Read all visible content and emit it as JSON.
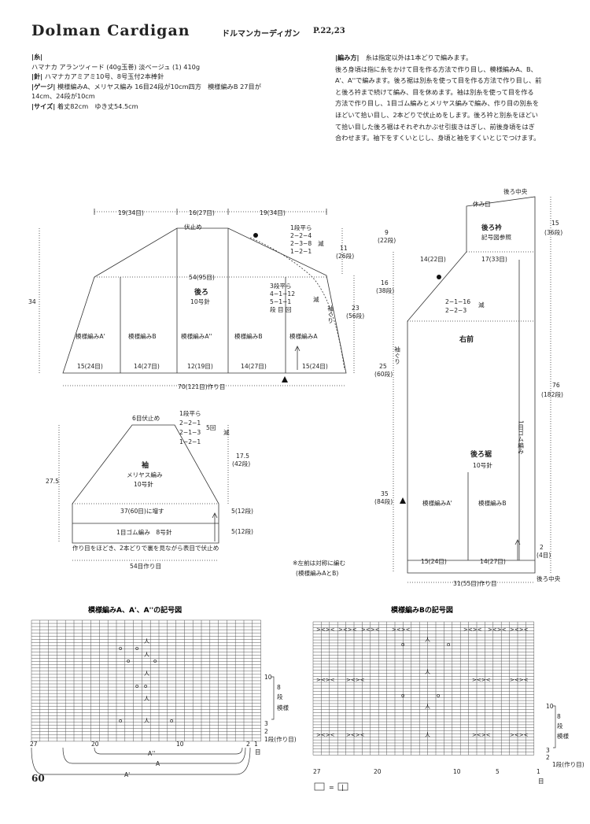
{
  "header": {
    "title": "Dolman Cardigan",
    "title_jp": "ドルマンカーディガン",
    "page_ref": "P.22,23"
  },
  "materials": [
    {
      "label": "|糸|",
      "text": ""
    },
    {
      "label": "",
      "text": "ハマナカ アランツィード (40g玉巻) 淡ベージュ (1) 410g"
    },
    {
      "label": "|針|",
      "text": "ハマナカアミアミ10号、8号玉付2本棒針"
    },
    {
      "label": "|ゲージ|",
      "text": "模様編みA、メリヤス編み 16目24段が10cm四方　模様編みB 27目が"
    },
    {
      "label": "",
      "text": "14cm、24段が10cm"
    },
    {
      "label": "|サイズ|",
      "text": "着丈82cm　ゆき丈54.5cm"
    }
  ],
  "method": {
    "heading": "|編み方|",
    "intro": "糸は指定以外は1本どりで編みます。",
    "lines": [
      "後ろ身頃は指に糸をかけて目を作る方法で作り目し、模様編みA、B、",
      "A'、A''で編みます。後ろ裾は別糸を使って目を作る方法で作り目し、前",
      "と後ろ衿まで続けて編み、目を休めます。袖は別糸を使って目を作る",
      "方法で作り目し、1目ゴム編みとメリヤス編みで編み、作り目の別糸を",
      "ほどいて拾い目し、2本どりで伏止めをします。後ろ衿と別糸をほどい",
      "て拾い目した後ろ裾はそれぞれかぶせ引抜きはぎし、前後身頃をはぎ",
      "合わせます。袖下をすくいとじし、身頃と袖をすくいとじでつけます。"
    ]
  },
  "back": {
    "top_widths": [
      "19(34目)",
      "16(27目)",
      "19(34目)"
    ],
    "bind_off": "伏止め",
    "shaping1": [
      "1段平ら",
      "2−2−4",
      "2−3−8",
      "1−2−1"
    ],
    "decrease": "減",
    "height_top": [
      "11",
      "(26段)"
    ],
    "height_total": "34",
    "width_mid": "54(95目)",
    "name": "後ろ",
    "needle": "10号針",
    "shaping2": [
      "3段平ら",
      "4−1−12",
      "5−1−1",
      "段 目 回"
    ],
    "height_side": [
      "23",
      "(56段)"
    ],
    "sleeve_label": "袖ぐり",
    "patterns": [
      "模様編みA'",
      "模様編みB",
      "模様編みA''",
      "模様編みB",
      "模様編みA"
    ],
    "bottom_widths": [
      "15(24目)",
      "14(27目)",
      "12(19目)",
      "14(27目)",
      "15(24目)"
    ],
    "cast_on": "70(121目)作り目"
  },
  "sleeve": {
    "top": "6目伏止め",
    "shaping": [
      "1段平ら",
      "2−2−1",
      "2−1−3",
      "1−2−1"
    ],
    "count5": "5回",
    "decrease": "減",
    "name": "袖",
    "stitch": "メリヤス編み",
    "needle": "10号針",
    "height_upper": [
      "17.5",
      "(42段)"
    ],
    "height_total": "27.5",
    "increase": "37(60目)に増す",
    "rib": "1目ゴム編み　8号針",
    "rib_heights": [
      "5(12段)",
      "5(12段)"
    ],
    "note": "作り目をほどき、2本どりで裏を見ながら表目で伏止め",
    "cast_on": "54目作り目"
  },
  "front": {
    "back_center": "後ろ中央",
    "rest": "休み目",
    "collar": "後ろ衿",
    "collar_ref": "記号図参照",
    "h_top": [
      "15",
      "(36段)"
    ],
    "h_a": [
      "9",
      "(22段)"
    ],
    "w_a": "14(22目)",
    "w_b": "17(33目)",
    "h_b": [
      "16",
      "(38段)"
    ],
    "shaping": [
      "2−1−16",
      "2−2−3"
    ],
    "decrease": "減",
    "name": "右前",
    "sleeve_label": "袖ぐり",
    "h_c": [
      "25",
      "(60段)"
    ],
    "h_total": [
      "76",
      "(182段)"
    ],
    "rib_side": "1目ゴム編み",
    "hem": "後ろ裾",
    "needle": "10号針",
    "h_d": [
      "35",
      "(84段)"
    ],
    "patterns": [
      "模様編みA'",
      "模様編みB"
    ],
    "h_bottom": [
      "2",
      "(4目)"
    ],
    "widths": [
      "15(24目)",
      "14(27目)"
    ],
    "cast_on": "31(55目)作り目",
    "back_center_bottom": "後ろ中央",
    "note": [
      "※左前は対称に編む",
      "(模様編みAとB)"
    ]
  },
  "chart_a": {
    "title": "模様編みA、A'、A''の記号図",
    "x_ticks": [
      "27",
      "20",
      "10",
      "2",
      "1"
    ],
    "right_labels": [
      "10",
      "8",
      "段",
      "模様",
      "3",
      "2",
      "1段(作り目)",
      "目"
    ],
    "brackets": [
      "A''",
      "A",
      "A'"
    ]
  },
  "chart_b": {
    "title": "模様編みBの記号図",
    "x_ticks": [
      "27",
      "20",
      "10",
      "5",
      "1"
    ],
    "right_labels": [
      "10",
      "8",
      "段",
      "模様",
      "3",
      "2",
      "1段(作り目)",
      "目"
    ]
  },
  "legend": {
    "sym": "□",
    "eq": "=",
    "val": "|"
  },
  "page_number": "60"
}
